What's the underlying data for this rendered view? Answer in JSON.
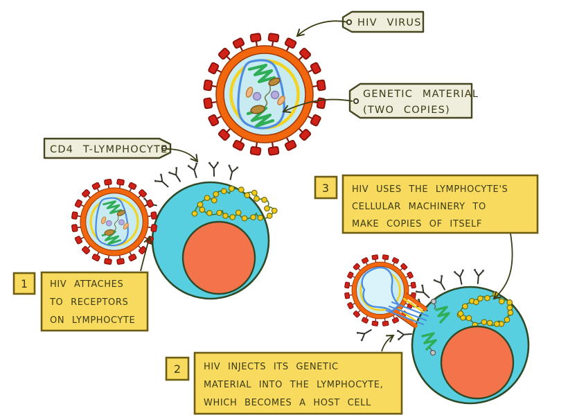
{
  "tags": {
    "hiv_virus": {
      "label": "HIV VIRUS"
    },
    "genetic_material": {
      "line1": "GENETIC MATERIAL",
      "line2": "(TWO COPIES)"
    },
    "cd4_lymphocyte": {
      "label": "CD4 T-LYMPHOCYTE"
    }
  },
  "steps": [
    {
      "number": "1",
      "lines": [
        "HIV ATTACHES",
        "TO RECEPTORS",
        "ON LYMPHOCYTE"
      ]
    },
    {
      "number": "2",
      "lines": [
        "HIV INJECTS ITS GENETIC",
        "MATERIAL INTO THE LYMPHOCYTE,",
        "WHICH BECOMES A HOST CELL"
      ]
    },
    {
      "number": "3",
      "lines": [
        "HIV USES THE LYMPHOCYTE'S",
        "CELLULAR MACHINERY TO",
        "MAKE COPIES OF ITSELF"
      ]
    }
  ],
  "icons": {
    "virus_spike": "spike-icon",
    "cell_receptor": "y-receptor-icon",
    "arrowhead": "open-arrowhead-icon"
  },
  "colors": {
    "membrane-orange": "#f2670e",
    "membrane-edge": "#9c3a0a",
    "spike-red": "#d1221a",
    "spike-dark": "#821109",
    "cell-cyan": "#58cfe1",
    "virus-inner": "#c7ebf1",
    "ring-yellow": "#f2d321",
    "capsid-blue": "#4d8ce0",
    "rna-green": "#2fae57",
    "nucleus-orange": "#f3734b",
    "bead-yellow": "#f3ca1a",
    "bead-line": "#3c7020",
    "box-yellow": "#f8da5f",
    "box-border": "#6d5c13",
    "tag-fill": "#efeddc",
    "tag-border": "#45451f",
    "ink": "#3b3b16",
    "outline-dark": "#2e4a28",
    "background": "#ffffff"
  }
}
